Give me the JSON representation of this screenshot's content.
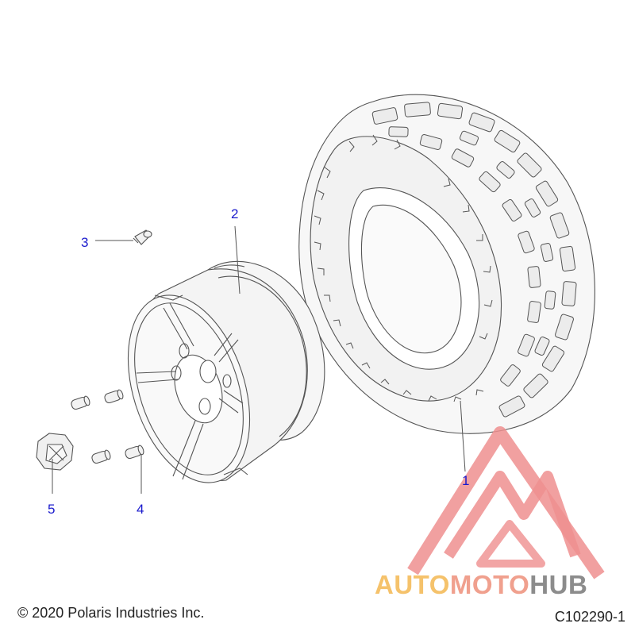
{
  "callouts": {
    "tire": "1",
    "wheel": "2",
    "valve_stem": "3",
    "lug_nut": "4",
    "center_cap": "5"
  },
  "footer": {
    "copyright": "© 2020 Polaris Industries Inc.",
    "diagram_code": "C102290-1"
  },
  "watermark": {
    "part1": "AUTO",
    "part2": "MOTO",
    "part3": "HUB"
  },
  "colors": {
    "callout": "#1a1acc",
    "line": "#555555",
    "watermark_red": "#ee8a8a",
    "watermark_gold": "#f5c26b"
  }
}
